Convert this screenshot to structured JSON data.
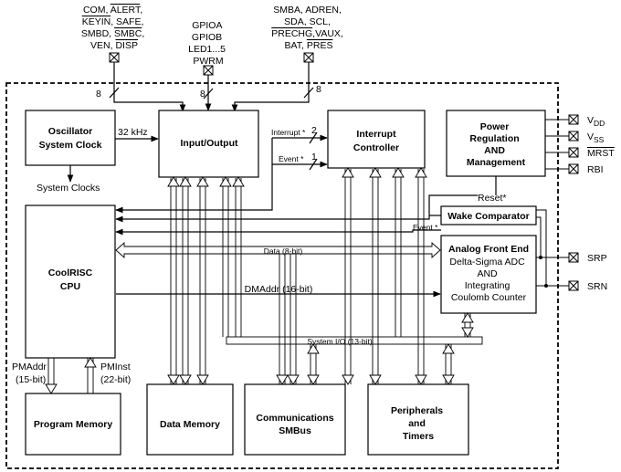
{
  "pins_top": {
    "left": {
      "lines": [
        [
          {
            "t": "COM",
            "o": false
          },
          {
            "t": ", ",
            "o": false
          },
          {
            "t": "ALERT",
            "o": true
          },
          {
            "t": ",",
            "o": false
          }
        ],
        [
          {
            "t": "KEYIN",
            "o": true
          },
          {
            "t": ", SAFE,",
            "o": false
          }
        ],
        [
          {
            "t": "SMBD, ",
            "o": false
          },
          {
            "t": "SMBC",
            "o": true
          },
          {
            "t": ",",
            "o": false
          }
        ],
        [
          {
            "t": "VEN, ",
            "o": false
          },
          {
            "t": "DISP",
            "o": true
          }
        ]
      ],
      "bus_width": "8"
    },
    "middle": {
      "lines": [
        [
          {
            "t": "GPIOA",
            "o": false
          }
        ],
        [
          {
            "t": "GPIOB",
            "o": false
          }
        ],
        [
          {
            "t": "LED1...5",
            "o": false
          }
        ],
        [
          {
            "t": "PWRM",
            "o": false
          }
        ]
      ],
      "bus_width": "8"
    },
    "right": {
      "lines": [
        [
          {
            "t": "SMBA, ADREN,",
            "o": false
          }
        ],
        [
          {
            "t": "SDA, SCL,",
            "o": false
          }
        ],
        [
          {
            "t": "PRECHG",
            "o": true
          },
          {
            "t": ",VAUX,",
            "o": false
          }
        ],
        [
          {
            "t": "BAT, ",
            "o": false
          },
          {
            "t": "PRES",
            "o": true
          }
        ]
      ],
      "bus_width": "8"
    }
  },
  "pins_right": {
    "vdd": {
      "main": "V",
      "sub": "DD"
    },
    "vss": {
      "main": "V",
      "sub": "SS"
    },
    "mrst": {
      "t": "MRST",
      "o": true
    },
    "rbi": "RBI",
    "srp": "SRP",
    "srn": "SRN"
  },
  "blocks": {
    "oscillator": [
      "Oscillator",
      "System Clock"
    ],
    "io": "Input/Output",
    "interrupt_controller": [
      "Interrupt",
      "Controller"
    ],
    "power": [
      "Power",
      "Regulation",
      "AND",
      "Management"
    ],
    "wake_comparator": "Wake Comparator",
    "afe": {
      "title": "Analog Front End",
      "lines": [
        "Delta-Sigma ADC",
        "AND",
        "Integrating",
        "Coulomb Counter"
      ]
    },
    "cpu": [
      "CoolRISC",
      "CPU"
    ],
    "program_memory": "Program Memory",
    "data_memory": "Data Memory",
    "communications": [
      "Communications",
      "SMBus"
    ],
    "peripherals": [
      "Peripherals",
      "and",
      "Timers"
    ]
  },
  "labels": {
    "clock_freq": "32 kHz",
    "system_clocks": "System Clocks",
    "interrupt": "Interrupt *",
    "interrupt_width": "2",
    "event": "Event *",
    "event_width": "1",
    "reset": "Reset*",
    "event2": "Event *",
    "data_bus": "Data (8-bit)",
    "dma_bus": "DMAddr (16-bit)",
    "sysio_bus": "System I/O (13-bit)",
    "pmaddr": [
      "PMAddr",
      "(15-bit)"
    ],
    "pminst": [
      "PMInst",
      "(22-bit)"
    ]
  }
}
